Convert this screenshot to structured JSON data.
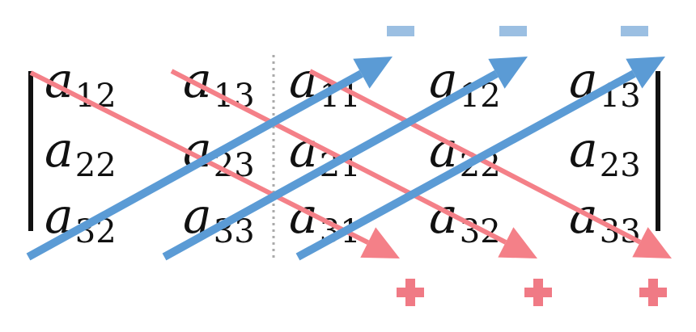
{
  "matrix": {
    "rows": [
      [
        {
          "base": "a",
          "sub": "12"
        },
        {
          "base": "a",
          "sub": "13"
        },
        {
          "base": "a",
          "sub": "11"
        },
        {
          "base": "a",
          "sub": "12"
        },
        {
          "base": "a",
          "sub": "13"
        }
      ],
      [
        {
          "base": "a",
          "sub": "22"
        },
        {
          "base": "a",
          "sub": "23"
        },
        {
          "base": "a",
          "sub": "21"
        },
        {
          "base": "a",
          "sub": "22"
        },
        {
          "base": "a",
          "sub": "23"
        }
      ],
      [
        {
          "base": "a",
          "sub": "32"
        },
        {
          "base": "a",
          "sub": "33"
        },
        {
          "base": "a",
          "sub": "31"
        },
        {
          "base": "a",
          "sub": "32"
        },
        {
          "base": "a",
          "sub": "33"
        }
      ]
    ]
  },
  "colors": {
    "text": "#111111",
    "red_arrow": "#f48088",
    "blue_arrow": "#5b9bd5",
    "minus_sign": "#9bbfe2",
    "plus_sign": "#f07a85",
    "divider": "#aaaaaa"
  },
  "signs": {
    "minus_count": 3,
    "plus_count": 3
  }
}
